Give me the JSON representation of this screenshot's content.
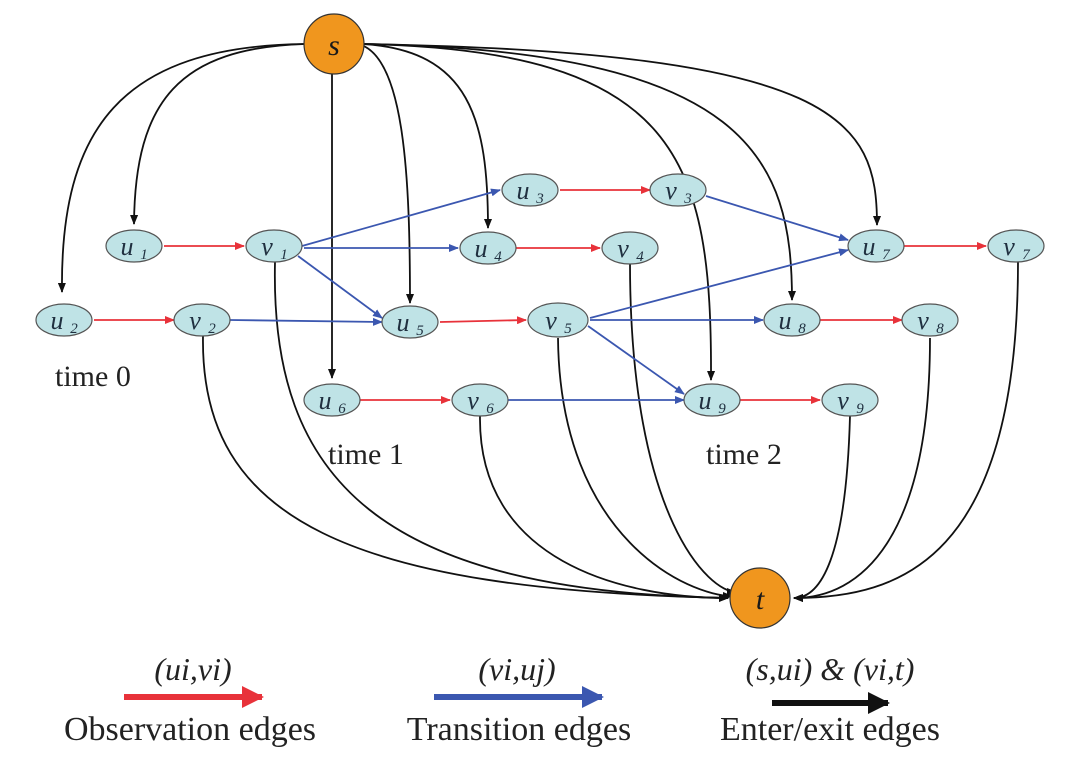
{
  "colors": {
    "observation": "#e8323a",
    "transition": "#3b57b0",
    "enter_exit": "#111111",
    "node_fill": "#bfe3e6",
    "terminal_fill": "#f0961e"
  },
  "source": {
    "label": "s"
  },
  "sink": {
    "label": "t"
  },
  "nodes": {
    "u1": {
      "name": "u",
      "sub": "1"
    },
    "v1": {
      "name": "v",
      "sub": "1"
    },
    "u2": {
      "name": "u",
      "sub": "2"
    },
    "v2": {
      "name": "v",
      "sub": "2"
    },
    "u3": {
      "name": "u",
      "sub": "3"
    },
    "v3": {
      "name": "v",
      "sub": "3"
    },
    "u4": {
      "name": "u",
      "sub": "4"
    },
    "v4": {
      "name": "v",
      "sub": "4"
    },
    "u5": {
      "name": "u",
      "sub": "5"
    },
    "v5": {
      "name": "v",
      "sub": "5"
    },
    "u6": {
      "name": "u",
      "sub": "6"
    },
    "v6": {
      "name": "v",
      "sub": "6"
    },
    "u7": {
      "name": "u",
      "sub": "7"
    },
    "v7": {
      "name": "v",
      "sub": "7"
    },
    "u8": {
      "name": "u",
      "sub": "8"
    },
    "v8": {
      "name": "v",
      "sub": "8"
    },
    "u9": {
      "name": "u",
      "sub": "9"
    },
    "v9": {
      "name": "v",
      "sub": "9"
    }
  },
  "time_labels": {
    "t0": "time 0",
    "t1": "time 1",
    "t2": "time 2"
  },
  "legend": {
    "observation": {
      "math": "(ui,vi)",
      "label": "Observation edges"
    },
    "transition": {
      "math": "(vi,uj)",
      "label": "Transition edges"
    },
    "enter_exit": {
      "math": "(s,ui) & (vi,t)",
      "label": "Enter/exit edges"
    }
  }
}
